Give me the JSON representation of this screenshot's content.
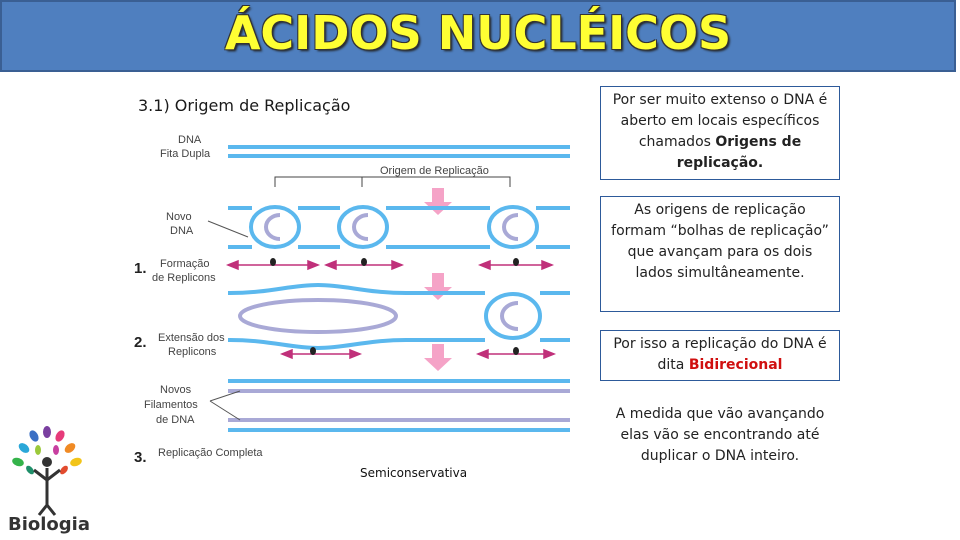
{
  "title": "ÁCIDOS NUCLÉICOS",
  "subtitle": "3.1) Origem de Replicação",
  "diagram": {
    "label_dna": "DNA",
    "label_fita": "Fita Dupla",
    "label_origem": "Origem de Replicação",
    "label_novo": "Novo",
    "label_novo_dna": "DNA",
    "num1": "1.",
    "label_formacao": "Formação",
    "label_de_replicons": "de Replicons",
    "num2": "2.",
    "label_extensao": "Extensão dos",
    "label_replicons": "Replicons",
    "label_novos": "Novos",
    "label_filamentos": "Filamentos",
    "label_de_dna": "de DNA",
    "num3": "3.",
    "label_completa": "Replicação Completa",
    "caption": "Semiconservativa"
  },
  "boxes": {
    "box1_a": "Por ser muito extenso o DNA é aberto em locais específicos chamados ",
    "box1_b": "Origens de replicação",
    "box1_c": ".",
    "box2": "As origens de replicação formam “bolhas de replicação” que avançam para os dois lados simultâneamente.",
    "box3_a": "Por isso a replicação do DNA é dita ",
    "box3_b": "Bidirecional",
    "box4": "A medida que vão avançando elas vão se encontrando até duplicar o DNA inteiro."
  },
  "logo": {
    "text": "Biologia",
    "icon": "tree-person-icon"
  },
  "colors": {
    "title_bg": "#4f7fbf",
    "title_text": "#ffff33",
    "strand_old": "#5bb8ee",
    "strand_new": "#a9a9d6",
    "arrow_pink": "#f5a3c7",
    "arrow_magenta": "#c0307a",
    "highlight_red": "#d01010"
  }
}
